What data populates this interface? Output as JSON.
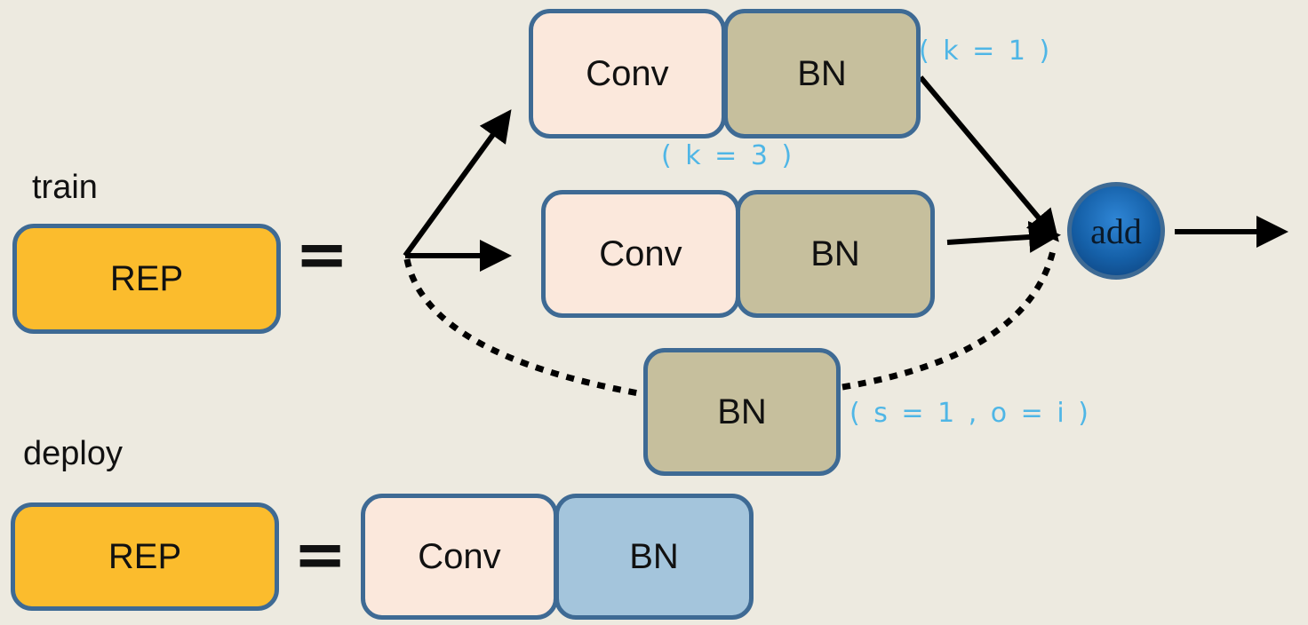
{
  "train_label": "train",
  "deploy_label": "deploy",
  "rep_label": "REP",
  "equals": "=",
  "conv_label": "Conv",
  "bn_label": "BN",
  "add_label": "add",
  "params": {
    "k1": "( k = 1 )",
    "k3": "( k = 3 )",
    "identity": "( s = 1 , o = i )"
  },
  "colors": {
    "background": "#edeae0",
    "border": "#3e6a94",
    "rep": "#fbbc2d",
    "conv": "#fbe8dc",
    "bn": "#c6bf9d",
    "bn_fused": "#a4c5dc",
    "param_text": "#4fb6e6"
  }
}
